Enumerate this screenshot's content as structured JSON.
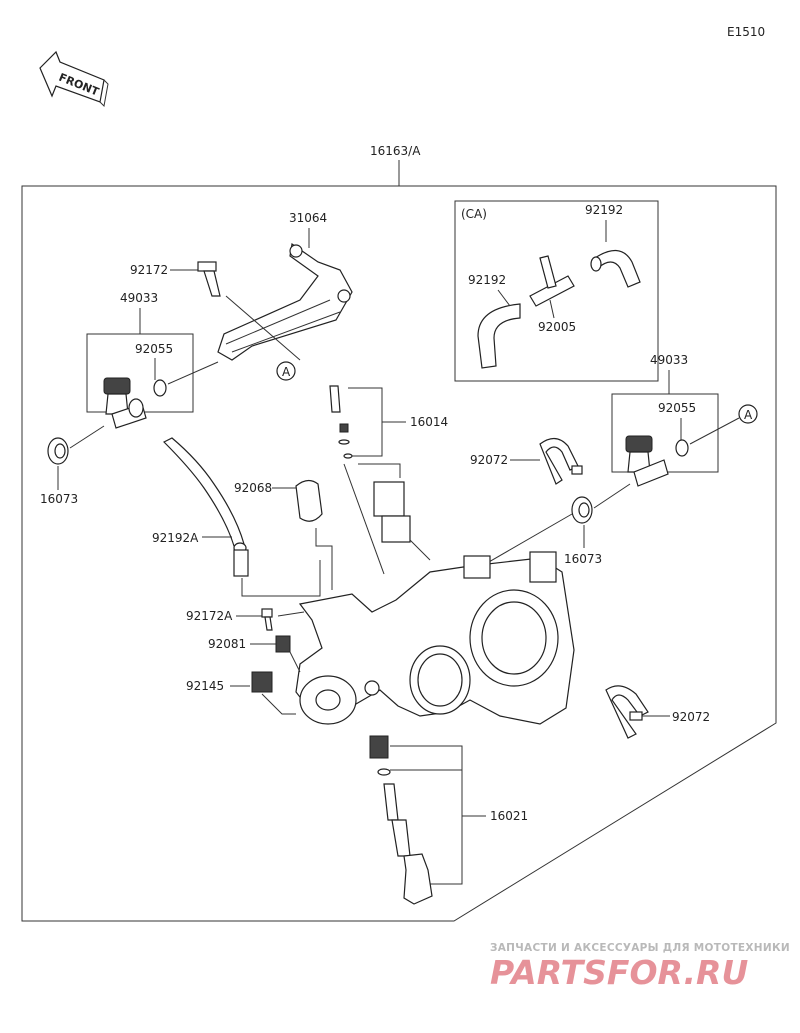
{
  "diagram_code": "E1510",
  "front_label": "FRONT",
  "assembly_number": "16163/A",
  "ca_label": "(CA)",
  "callout_letter": "A",
  "parts": {
    "p31064": "31064",
    "p92172": "92172",
    "p49033_left": "49033",
    "p92055_left": "92055",
    "p16073_left": "16073",
    "p16014": "16014",
    "p92072_top": "92072",
    "p92068": "92068",
    "p92192A": "92192A",
    "p92172A": "92172A",
    "p92081": "92081",
    "p92145": "92145",
    "p16021": "16021",
    "p49033_right": "49033",
    "p92055_right": "92055",
    "p16073_right": "16073",
    "p92072_bottom": "92072",
    "p92192_top": "92192",
    "p92192_left": "92192",
    "p92005": "92005"
  },
  "watermark": {
    "tagline": "ЗАПЧАСТИ И АКСЕССУАРЫ ДЛЯ МОТОТЕХНИКИ",
    "logo": "PARTSFOR.RU"
  }
}
